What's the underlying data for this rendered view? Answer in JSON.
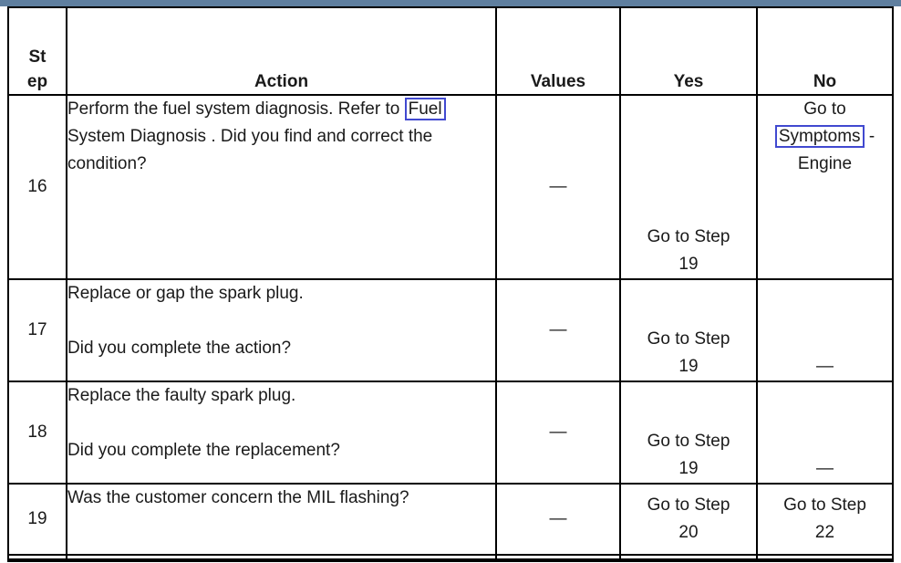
{
  "page": {
    "accent_bar_color": "#5f7f9f",
    "link_box_color": "#4149d0"
  },
  "table": {
    "headers": {
      "step": "St\nep",
      "action": "Action",
      "values": "Values",
      "yes": "Yes",
      "no": "No"
    },
    "rows": [
      {
        "step": "16",
        "action_line1_pre": "Perform the fuel system diagnosis. Refer to ",
        "action_line1_link": "Fuel",
        "action_line2": "System Diagnosis . Did you find and correct the",
        "action_line3": "condition?",
        "values": "—",
        "yes": "Go to Step\n19",
        "no_line1": "Go to",
        "no_link": "Symptoms",
        "no_suffix": " -",
        "no_line3": "Engine"
      },
      {
        "step": "17",
        "action": "Replace or gap the spark plug.\n\nDid you complete the action?",
        "values": "—",
        "yes": "Go to Step\n19",
        "no": "—"
      },
      {
        "step": "18",
        "action": "Replace the faulty spark plug.\n\nDid you complete the replacement?",
        "values": "—",
        "yes": "Go to Step\n19",
        "no": "—"
      },
      {
        "step": "19",
        "action": "Was the customer concern the MIL flashing?",
        "values": "—",
        "yes": "Go to Step\n20",
        "no": "Go to Step\n22"
      }
    ]
  }
}
